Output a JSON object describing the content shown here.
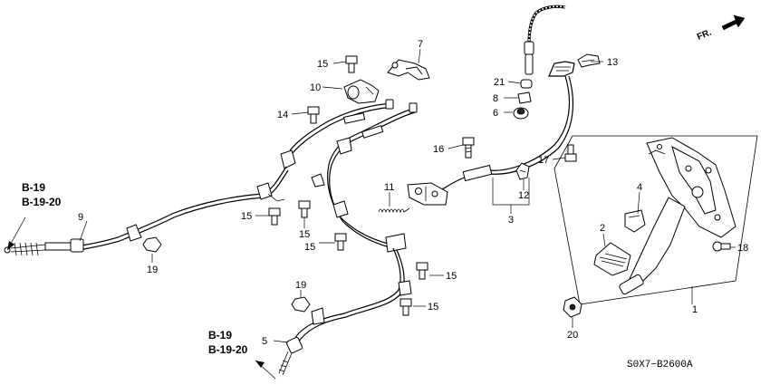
{
  "direction_marker": {
    "text": "FR.",
    "icon": "front-arrow-icon"
  },
  "refs": {
    "left_top": "B-19",
    "left_bottom": "B-19-20",
    "bottom_top": "B-19",
    "bottom_bottom": "B-19-20"
  },
  "callouts": {
    "c1": "1",
    "c2": "2",
    "c3": "3",
    "c4": "4",
    "c5": "5",
    "c6": "6",
    "c7": "7",
    "c8": "8",
    "c9": "9",
    "c10": "10",
    "c11": "11",
    "c12": "12",
    "c13": "13",
    "c14": "14",
    "c15a": "15",
    "c15b": "15",
    "c15c": "15",
    "c15d": "15",
    "c15e": "15",
    "c15f": "15",
    "c16": "16",
    "c17": "17",
    "c18": "18",
    "c19a": "19",
    "c19b": "19",
    "c20": "20",
    "c21": "21"
  },
  "diagram_code": "S0X7−B2600A"
}
